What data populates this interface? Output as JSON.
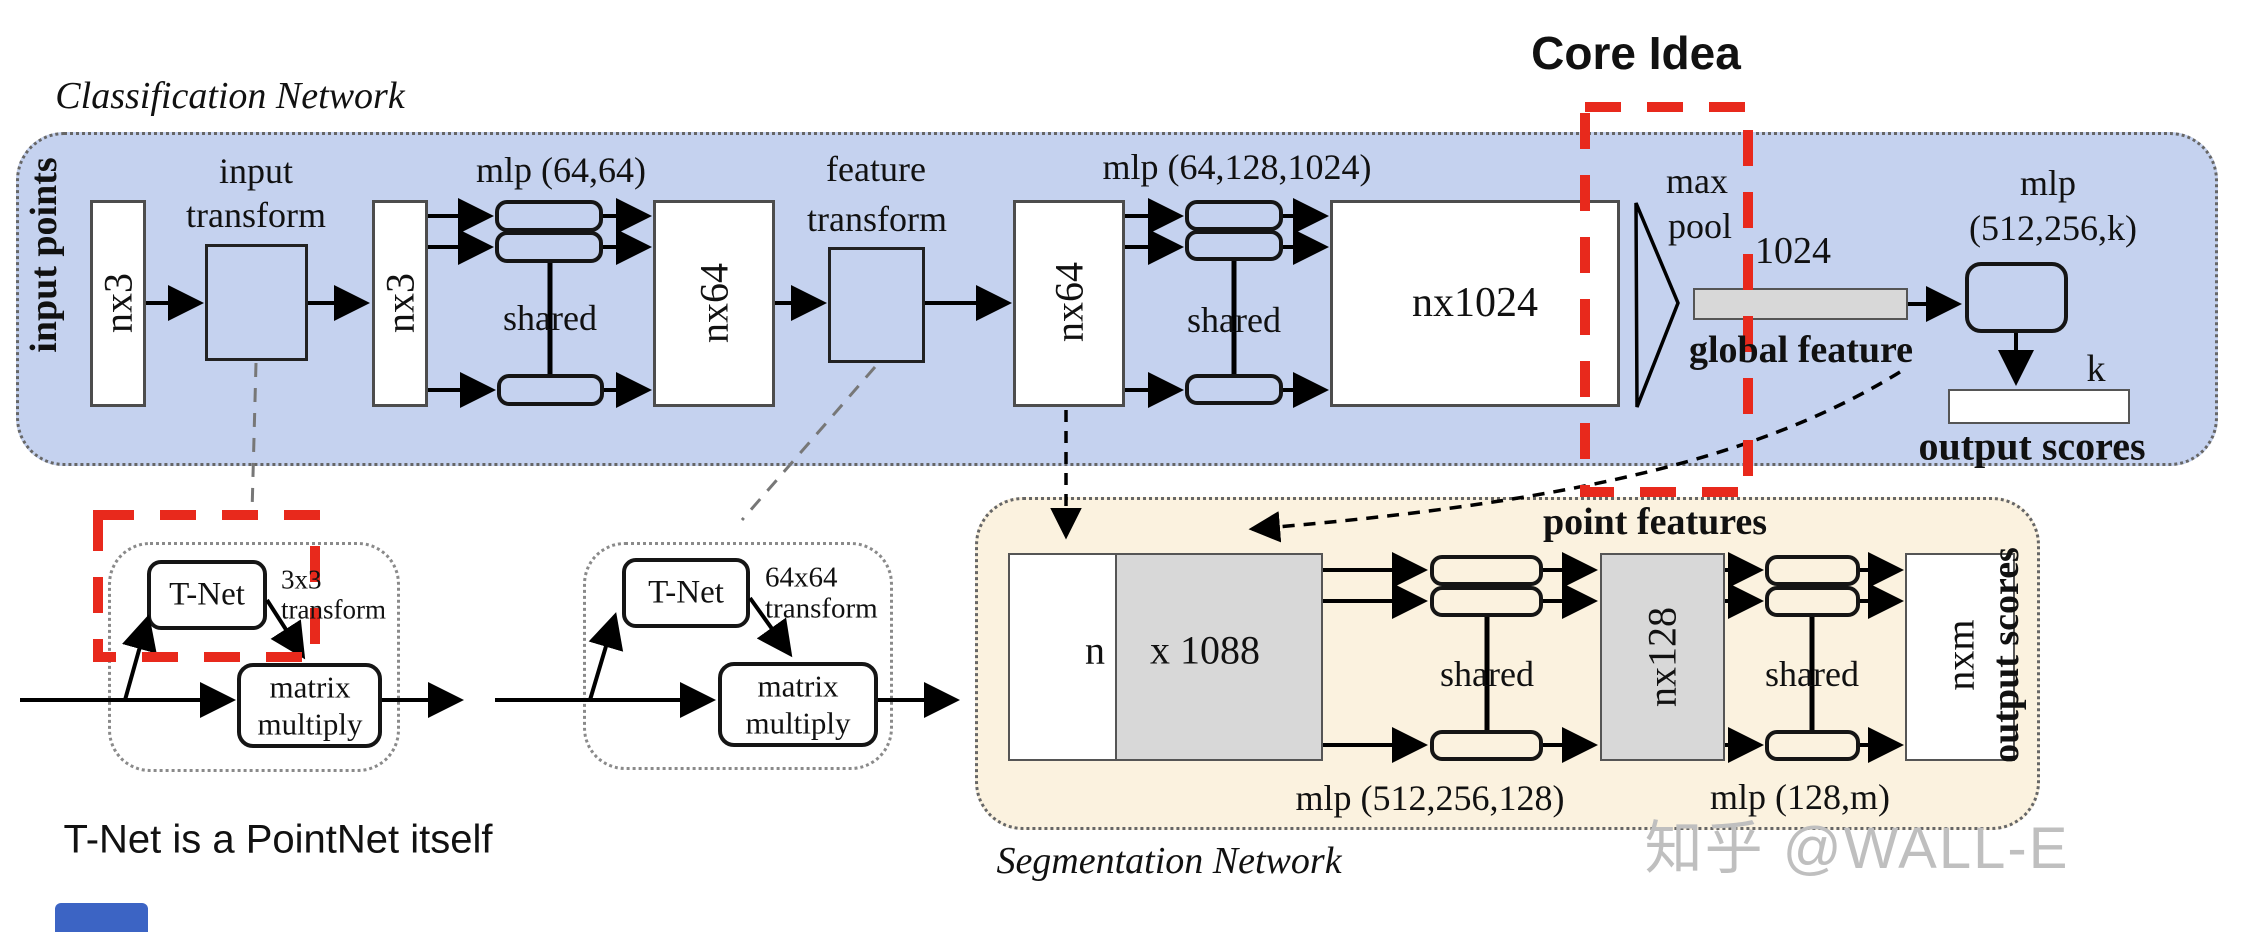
{
  "annotations": {
    "core_idea": "Core Idea",
    "tnet_note": "T-Net is a PointNet itself",
    "watermark": "知乎 @WALL-E"
  },
  "classification": {
    "title": "Classification Network",
    "input_points_label": "input points",
    "nx3_first": "nx3",
    "input_transform_line1": "input",
    "input_transform_line2": "transform",
    "nx3_second": "nx3",
    "mlp_64_64": "mlp (64,64)",
    "shared_first": "shared",
    "nx64_first": "nx64",
    "feature_transform_line1": "feature",
    "feature_transform_line2": "transform",
    "nx64_second": "nx64",
    "mlp_64_128_1024": "mlp (64,128,1024)",
    "shared_second": "shared",
    "nx1024": "nx1024",
    "max_pool_line1": "max",
    "max_pool_line2": "pool",
    "global_feature_dim": "1024",
    "global_feature_label": "global feature",
    "mlp_cls_line1": "mlp",
    "mlp_cls_line2": "(512,256,k)",
    "k_label": "k",
    "output_scores_label": "output scores"
  },
  "tnet_detail_1": {
    "tnet": "T-Net",
    "transform_line1": "3x3",
    "transform_line2": "transform",
    "matrix_line1": "matrix",
    "matrix_line2": "multiply"
  },
  "tnet_detail_2": {
    "tnet": "T-Net",
    "transform_line1": "64x64",
    "transform_line2": "transform",
    "matrix_line1": "matrix",
    "matrix_line2": "multiply"
  },
  "segmentation": {
    "title": "Segmentation Network",
    "point_features_label": "point features",
    "n_label": "n",
    "x1088_label": "x 1088",
    "shared_first": "shared",
    "nx128": "nx128",
    "shared_second": "shared",
    "nxm": "nxm",
    "mlp_512_256_128": "mlp (512,256,128)",
    "mlp_128_m": "mlp (128,m)",
    "output_scores_label": "output scores"
  },
  "colors": {
    "classification_bg": "#c5d2ef",
    "segmentation_bg": "#fbf2df",
    "annotation_red": "#e8291c",
    "block_gray": "#d8d8d8",
    "watermark_gray": "#bfbfbf",
    "partial_box_blue": "#3c64c4"
  }
}
